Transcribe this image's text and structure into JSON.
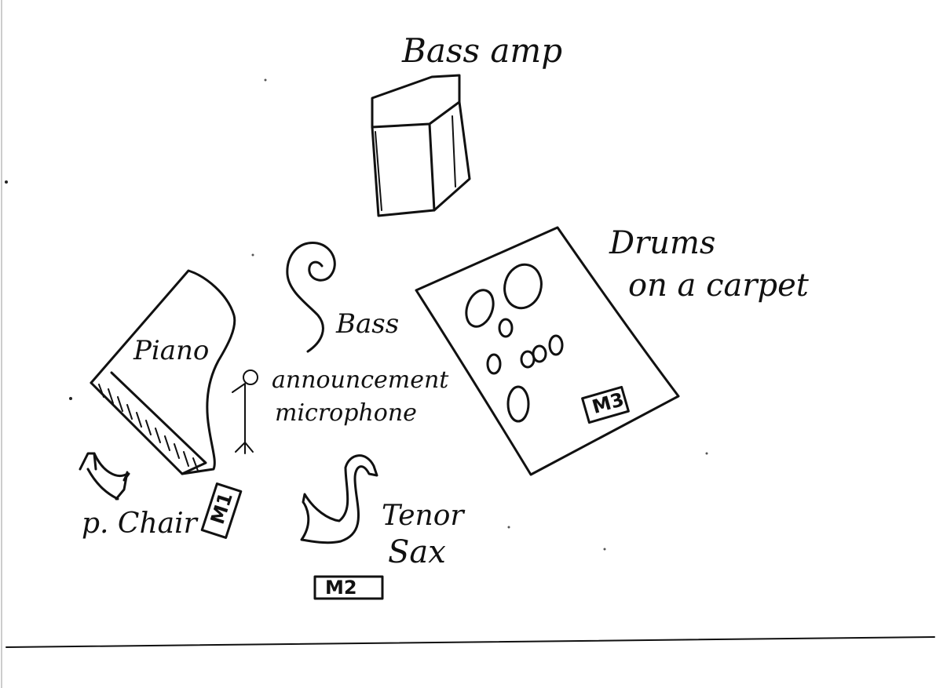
{
  "labels": {
    "bass_amp": "Bass amp",
    "drums_line1": "Drums",
    "drums_line2": "on a carpet",
    "piano": "Piano",
    "bass": "Bass",
    "announcement_line1": "announcement",
    "announcement_line2": "microphone",
    "piano_chair": "p. Chair",
    "tenor_sax_line1": "Tenor",
    "tenor_sax_line2": "Sax"
  },
  "microphone_tags": {
    "m1": "M1",
    "m2": "M2",
    "m3": "M3"
  },
  "icons": {
    "bass_amp": "cabinet-box-icon",
    "drum_carpet": "carpet-rectangle-icon",
    "drums": "drum-circles-icon",
    "piano": "grand-piano-outline-icon",
    "bass": "scroll-spiral-icon",
    "announcement_mic": "microphone-stand-icon",
    "piano_chair": "chair-icon",
    "tenor_sax": "saxophone-icon"
  },
  "colors": {
    "ink": "#111111",
    "paper": "#ffffff"
  }
}
